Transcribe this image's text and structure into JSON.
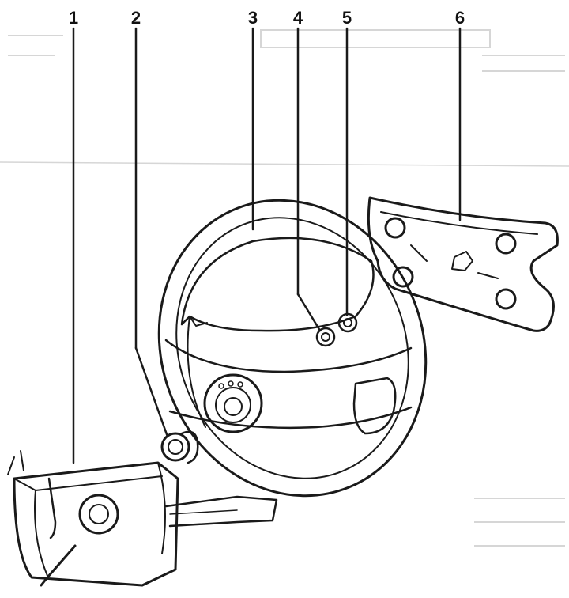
{
  "callouts": [
    {
      "id": "1",
      "label": "1"
    },
    {
      "id": "2",
      "label": "2"
    },
    {
      "id": "3",
      "label": "3"
    },
    {
      "id": "4",
      "label": "4"
    },
    {
      "id": "5",
      "label": "5"
    },
    {
      "id": "6",
      "label": "6"
    }
  ],
  "colors": {
    "ink": "#1a1a1a",
    "paper": "#ffffff",
    "bleed": "#d6d6d6"
  }
}
